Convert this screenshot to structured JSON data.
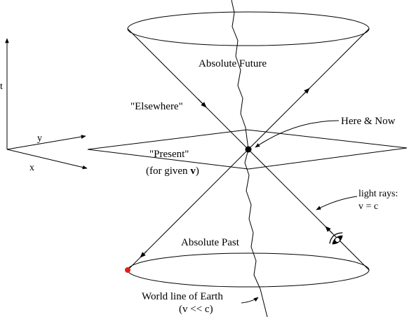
{
  "axes": {
    "t": "t",
    "y": "y",
    "x": "x"
  },
  "labels": {
    "absolute_future": "Absolute Future",
    "elsewhere": "\"Elsewhere\"",
    "present": "\"Present\"",
    "for_given_v_prefix": "(for given ",
    "for_given_v_bold": "v",
    "for_given_v_suffix": ")",
    "here_and_now": "Here & Now",
    "light_rays_1": "light rays:",
    "light_rays_2": "v = c",
    "absolute_past": "Absolute Past",
    "world_line_1": "World line of Earth",
    "world_line_2": "(v << c)"
  },
  "colors": {
    "ink": "#000000",
    "event_red": "#e0201a"
  },
  "icons": [
    "eye-icon"
  ]
}
